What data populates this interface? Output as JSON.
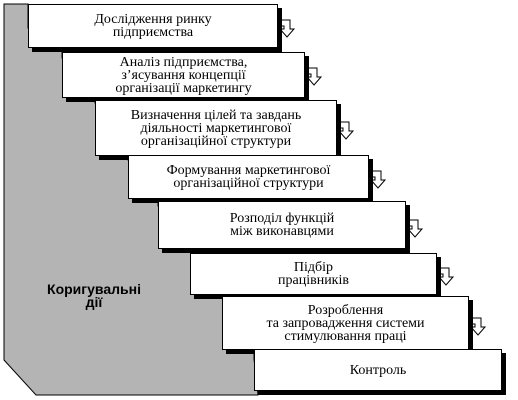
{
  "steps": [
    {
      "label": "Дослідження ринку\nпідприємства"
    },
    {
      "label": "Аналіз підприємства,\nз’ясування концепції\nорганізації маркетингу"
    },
    {
      "label": "Визначення цілей та завдань\nдіяльності маркетингової\nорганізаційної структури"
    },
    {
      "label": "Формування маркетингової\nорганізаційної структури"
    },
    {
      "label": "Розподіл функцій\nміж виконавцями"
    },
    {
      "label": "Підбір\nпрацівників"
    },
    {
      "label": "Розроблення\nта запровадження системи\nстимулювання праці"
    },
    {
      "label": "Контроль"
    }
  ],
  "side_label": "Коригувальні\nдії",
  "colors": {
    "shade": "#b4b4b4",
    "box": "#ffffff",
    "line": "#000000"
  }
}
